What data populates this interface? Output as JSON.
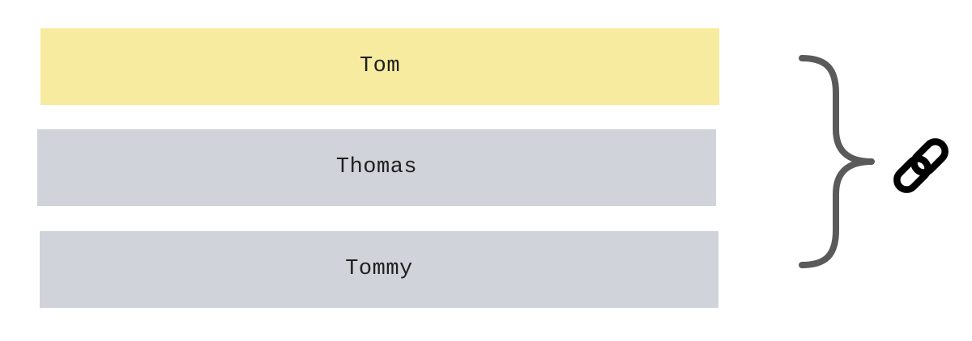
{
  "colors": {
    "highlight": "#f7eb9f",
    "box": "#d0d3da",
    "brace": "#5a5a5a",
    "icon": "#000000"
  },
  "names": [
    {
      "label": "Tom",
      "highlighted": true
    },
    {
      "label": "Thomas",
      "highlighted": false
    },
    {
      "label": "Tommy",
      "highlighted": false
    }
  ],
  "icons": {
    "brace": "right-curly-brace-icon",
    "link": "link-chain-icon"
  }
}
